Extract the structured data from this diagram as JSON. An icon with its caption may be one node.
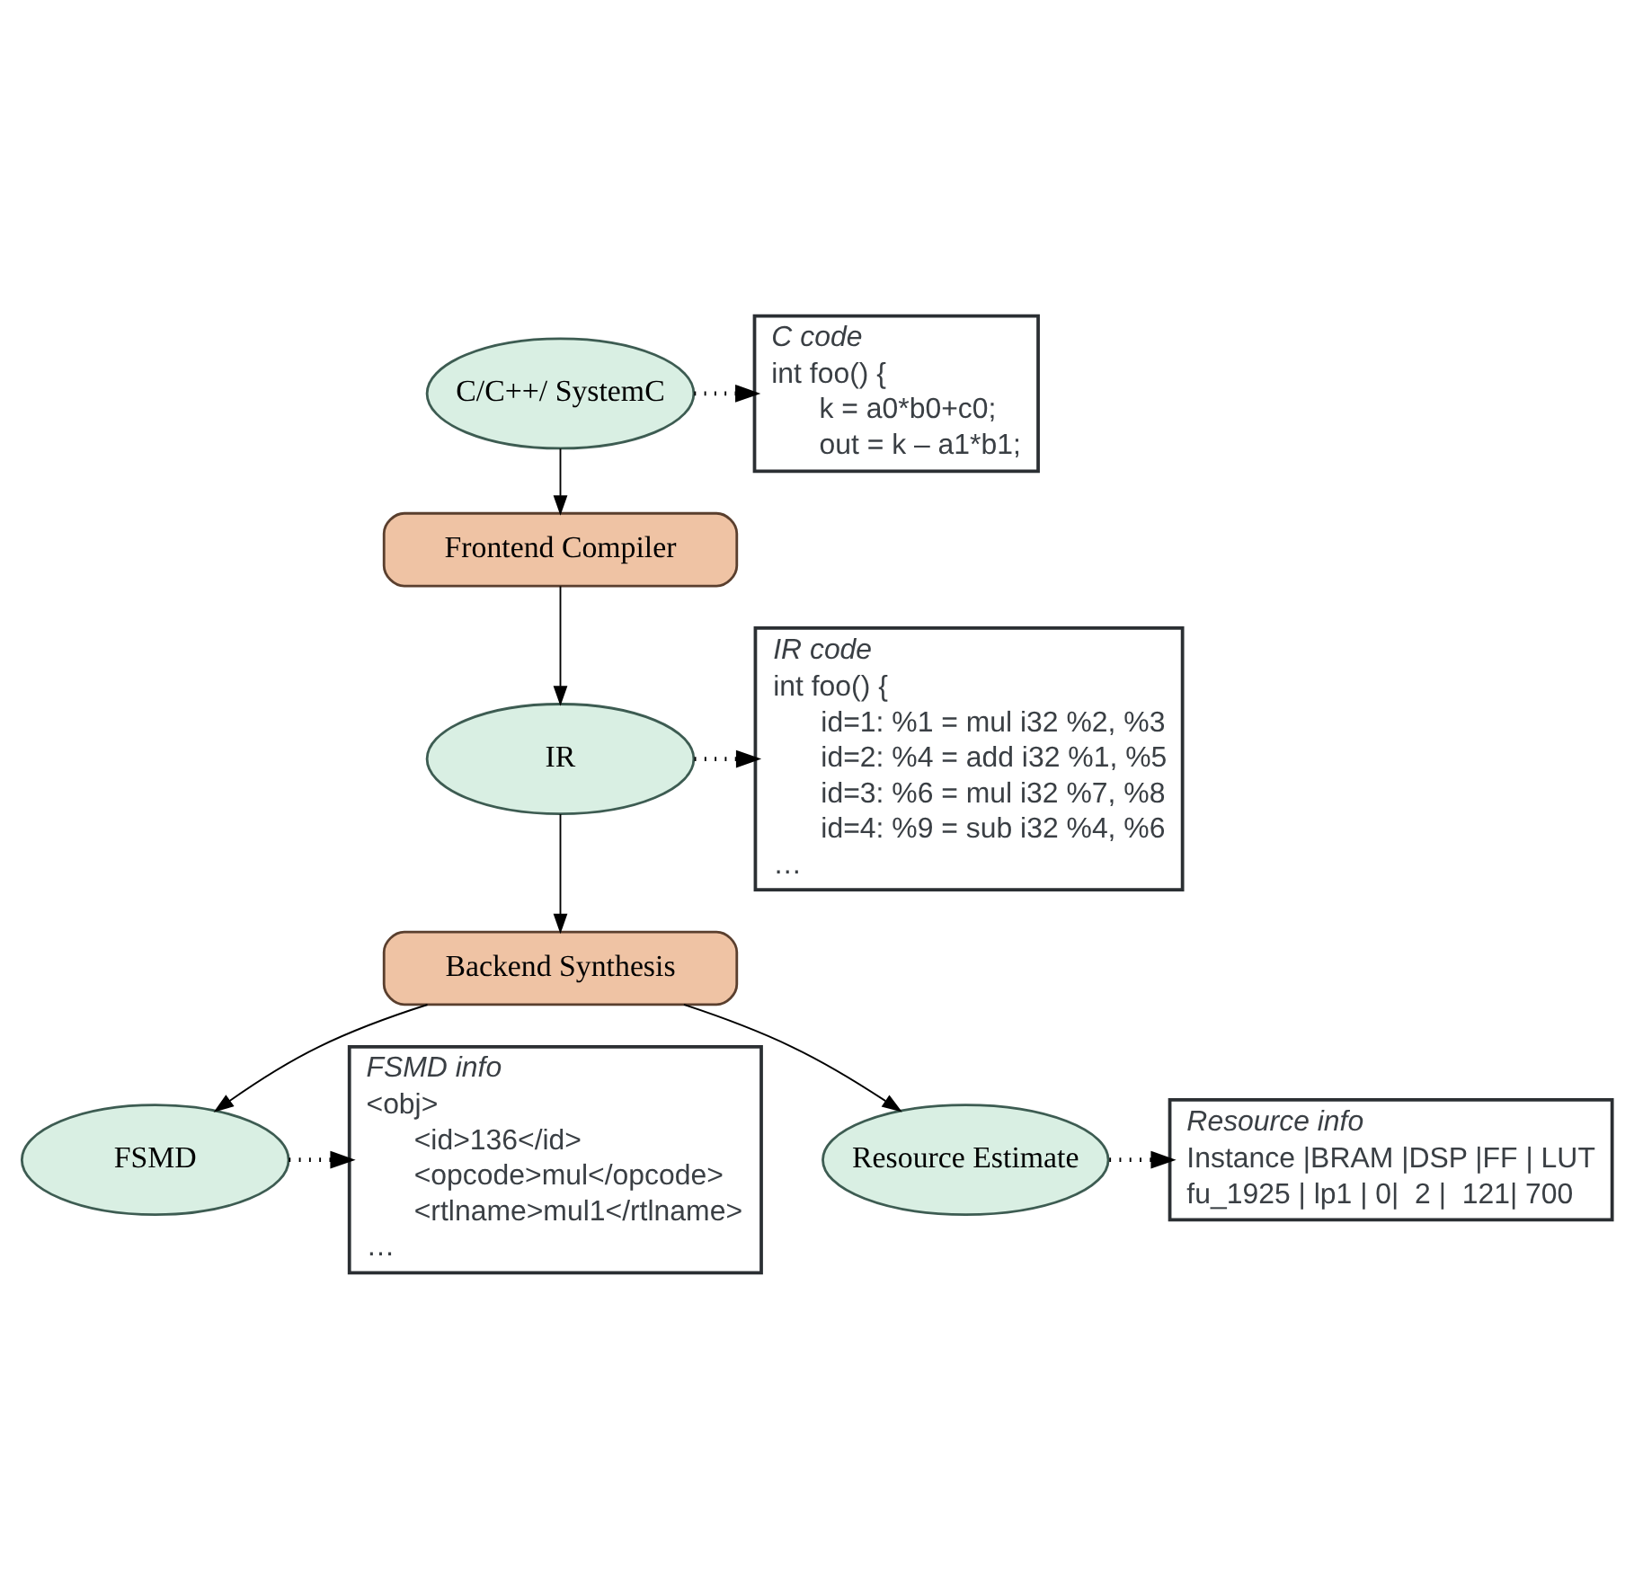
{
  "diagram": {
    "nodes": [
      {
        "text": [
          "C/C++/ SystemC"
        ]
      },
      {
        "text": [
          "C code",
          "int foo() {",
          "k = a0*b0+c0;",
          "out = k – a1*b1;"
        ]
      },
      {
        "text": [
          "Frontend Compiler"
        ]
      },
      {
        "text": [
          "IR"
        ]
      },
      {
        "text": [
          "IR code",
          "int foo() {",
          "id=1: %1 = mul i32 %2, %3",
          "id=2: %4 = add i32 %1, %5",
          "id=3: %6 = mul i32 %7, %8",
          "id=4: %9 = sub i32 %4, %6",
          "…"
        ]
      },
      {
        "text": [
          "Backend Synthesis"
        ]
      },
      {
        "text": [
          "FSMD"
        ]
      },
      {
        "text": [
          "FSMD info",
          "<obj>",
          "<id>136</id>",
          "<opcode>mul</opcode>",
          "<rtlname>mul1</rtlname>",
          "…"
        ]
      },
      {
        "text": [
          "Resource Estimate"
        ]
      },
      {
        "text": [
          "Resource info",
          "Instance |BRAM |DSP |FF | LUT",
          "fu_1925 | lp1 | 0|  2 |  121| 700"
        ]
      }
    ],
    "edges": [
      {
        "from": 0,
        "to": 1,
        "arrow": "to",
        "style": "dashed"
      },
      {
        "from": 0,
        "to": 2,
        "arrow": "to"
      },
      {
        "from": 2,
        "to": 3,
        "arrow": "to"
      },
      {
        "from": 3,
        "to": 4,
        "arrow": "to",
        "style": "dashed"
      },
      {
        "from": 3,
        "to": 5,
        "arrow": "to"
      },
      {
        "from": 5,
        "to": 6,
        "arrow": "to"
      },
      {
        "from": 5,
        "to": 8,
        "arrow": "to"
      },
      {
        "from": 6,
        "to": 7,
        "arrow": "to",
        "style": "dashed"
      },
      {
        "from": 8,
        "to": 9,
        "arrow": "to",
        "style": "dashed"
      }
    ]
  }
}
